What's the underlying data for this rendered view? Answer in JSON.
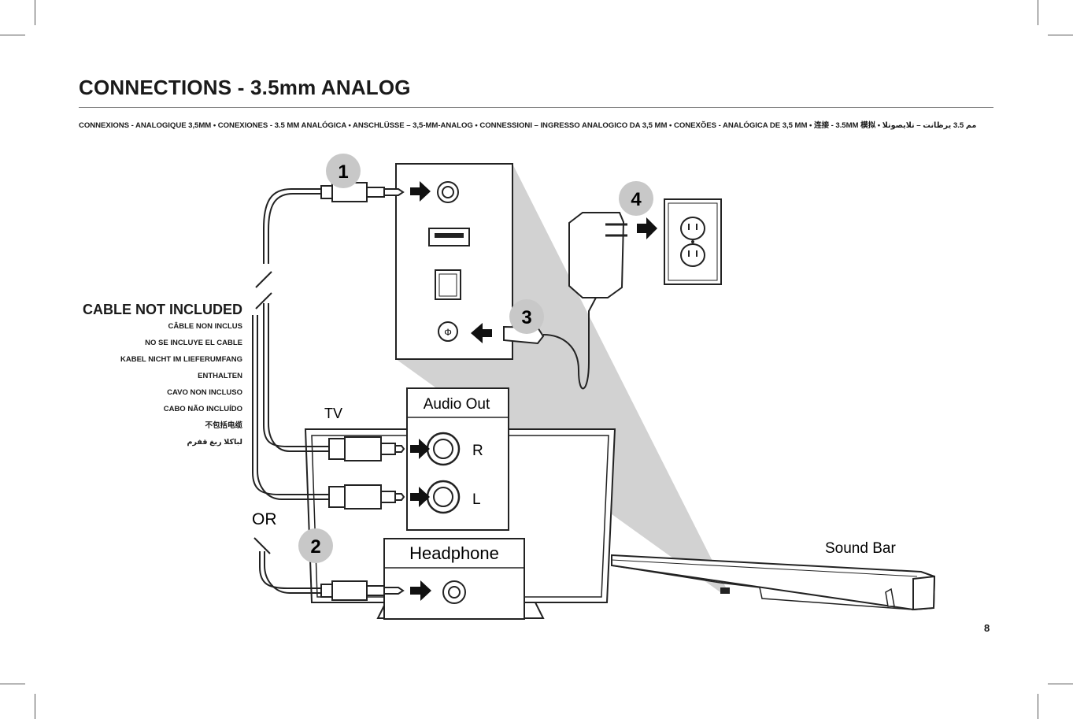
{
  "header": {
    "title": "CONNECTIONS - 3.5mm ANALOG",
    "subtitle": "CONNEXIONS - ANALOGIQUE 3,5MM • CONEXIONES - 3.5 MM ANALÓGICA • ANSCHLÜSSE – 3,5-MM-ANALOG • CONNESSIONI – INGRESSO ANALOGICO DA 3,5 MM • CONEXÕES - ANALÓGICA DE 3,5 MM • 连接 - 3.5MM 模拟 • مم 3.5 يرظانت – تلايصوتلا"
  },
  "cable_note": {
    "main": "CABLE NOT INCLUDED",
    "translations": [
      "CÂBLE NON INCLUS",
      "NO SE INCLUYE EL CABLE",
      "KABEL NICHT IM LIEFERUMFANG",
      "ENTHALTEN",
      "CAVO NON INCLUSO",
      "CABO NÃO INCLUÍDO",
      "不包括电缆",
      "لباكلا ريغ قفرم"
    ]
  },
  "diagram": {
    "steps": [
      "1",
      "2",
      "3",
      "4"
    ],
    "tv_label": "TV",
    "or_label": "OR",
    "audio_out_label": "Audio Out",
    "channel_r": "R",
    "channel_l": "L",
    "headphone_label": "Headphone",
    "soundbar_label": "Sound Bar",
    "step_badge_color": "#c8c8c8",
    "zoom_color": "#d2d2d2"
  },
  "page_number": "8"
}
